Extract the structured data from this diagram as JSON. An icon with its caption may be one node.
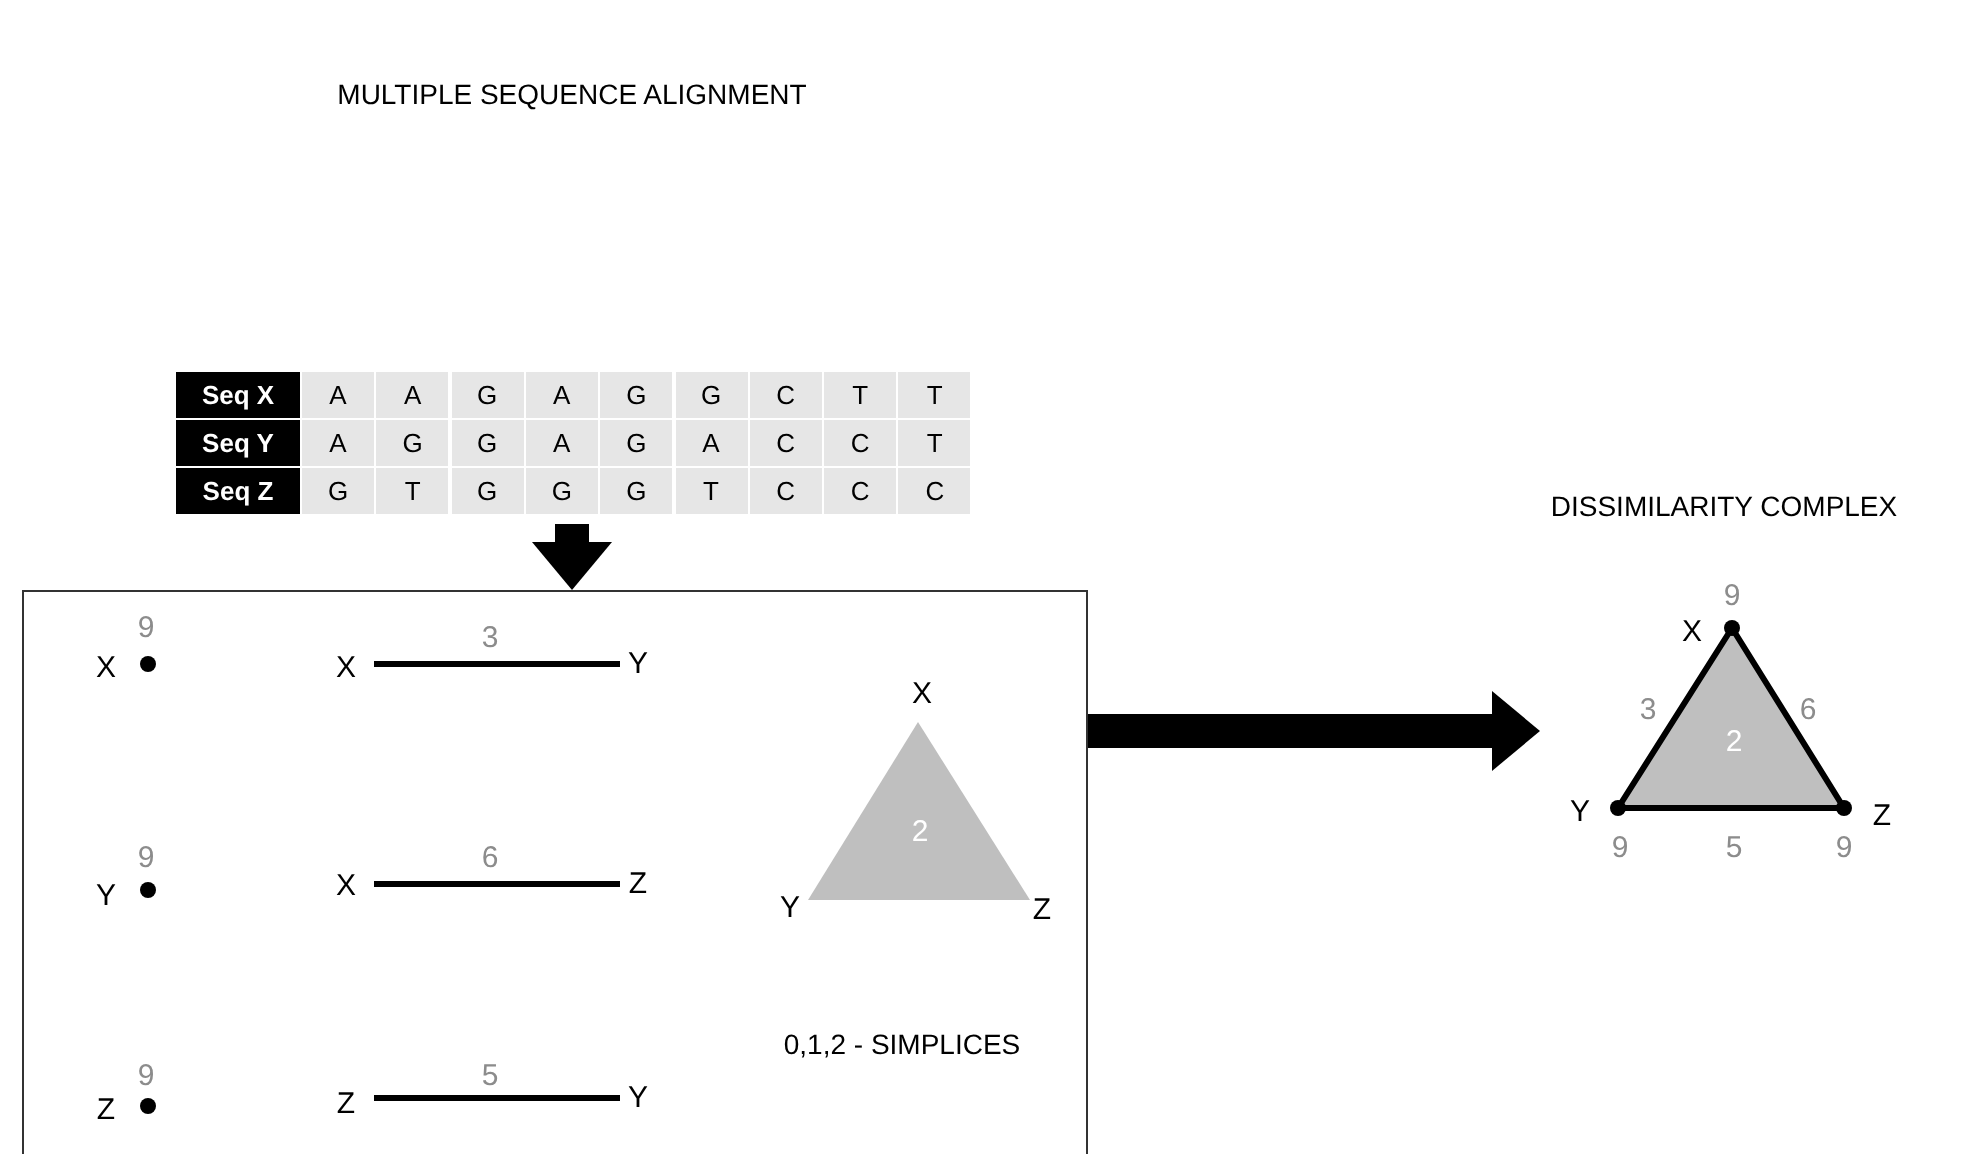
{
  "diagram": {
    "nodes": [
      {
        "text": [
          "MULTIPLE SEQUENCE ALIGNMENT"
        ]
      },
      {
        "text": [
          "0,1,2 - SIMPLICES"
        ]
      },
      {
        "text": [
          "DISSIMILARITY COMPLEX"
        ]
      }
    ],
    "edges": [
      {
        "from": 0,
        "to": 1,
        "arrow": "to"
      },
      {
        "from": 1,
        "to": 2,
        "arrow": "to"
      }
    ],
    "labels": [
      "Seq X",
      "A",
      "A",
      "G",
      "A",
      "G",
      "G",
      "C",
      "T",
      "T",
      "Seq Y",
      "A",
      "G",
      "G",
      "A",
      "G",
      "A",
      "C",
      "C",
      "T",
      "Seq Z",
      "G",
      "T",
      "G",
      "G",
      "G",
      "T",
      "C",
      "C",
      "C",
      "9",
      "X",
      "3",
      "X",
      "Y",
      "X",
      "9",
      "Y",
      "6",
      "X",
      "Z",
      "2",
      "Y",
      "Z",
      "9",
      "Z",
      "5",
      "Z",
      "Y",
      "9",
      "X",
      "3",
      "6",
      "2",
      "Y",
      "Z",
      "9",
      "5",
      "9"
    ]
  }
}
